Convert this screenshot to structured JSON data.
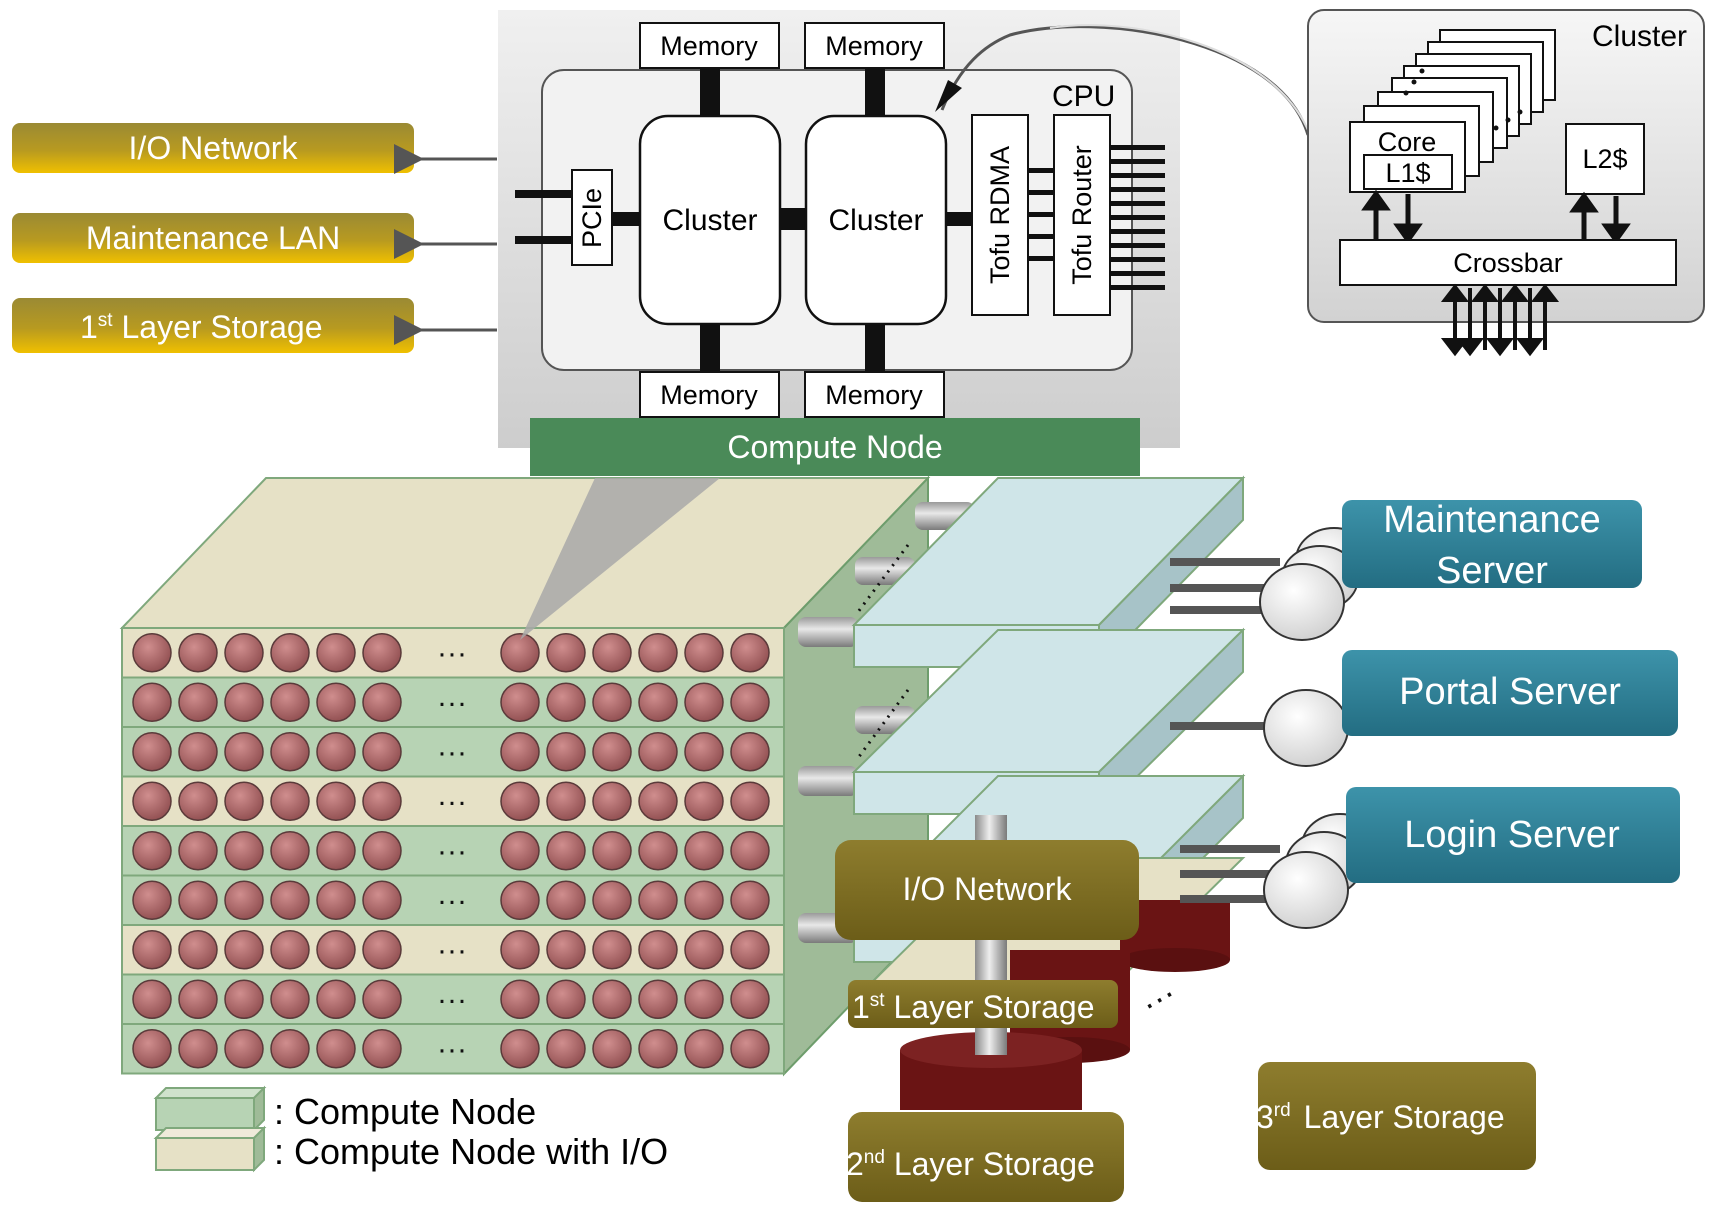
{
  "colors": {
    "gold": "#c9a218",
    "olive": "#7e6d22",
    "teal": "#2a7f96",
    "compute_green": "#4d8a5a",
    "node_green": "#b7d3b4",
    "node_beige": "#e6e1c6",
    "node_circle": "#a86566",
    "io_blue": "#cfe5e8",
    "disk": "#6a1414"
  },
  "network_labels": [
    {
      "text": "I/O Network",
      "sup": ""
    },
    {
      "text": "Maintenance LAN",
      "sup": ""
    },
    {
      "pre": "1",
      "sup": "st",
      "text": " Layer Storage"
    }
  ],
  "cpu": {
    "title": "CPU",
    "memory_label": "Memory",
    "cluster_label": "Cluster",
    "pcie_label": "PCIe",
    "rdma_label": "Tofu RDMA",
    "router_label": "Tofu Router",
    "compute_node_label": "Compute Node"
  },
  "cluster_detail": {
    "title": "Cluster",
    "core_label": "Core",
    "l1_label": "L1$",
    "l2_label": "L2$",
    "crossbar_label": "Crossbar"
  },
  "rack": {
    "ellipsis": "···"
  },
  "servers": [
    {
      "line1": "Maintenance",
      "line2": "Server"
    },
    {
      "line1": "Portal Server",
      "line2": ""
    },
    {
      "line1": "Login Server",
      "line2": ""
    }
  ],
  "io_network_label": "I/O Network",
  "storage": {
    "first": {
      "pre": "1",
      "sup": "st",
      "text": " Layer Storage"
    },
    "second": {
      "pre": "2",
      "sup": "nd",
      "text": " Layer Storage"
    },
    "third": {
      "pre": "3",
      "sup": "rd",
      "text": " Layer Storage"
    },
    "ellipsis": "···"
  },
  "legend": [
    {
      "text": ": Compute Node",
      "swatch": "green"
    },
    {
      "text": ": Compute Node with I/O",
      "swatch": "beige"
    }
  ]
}
